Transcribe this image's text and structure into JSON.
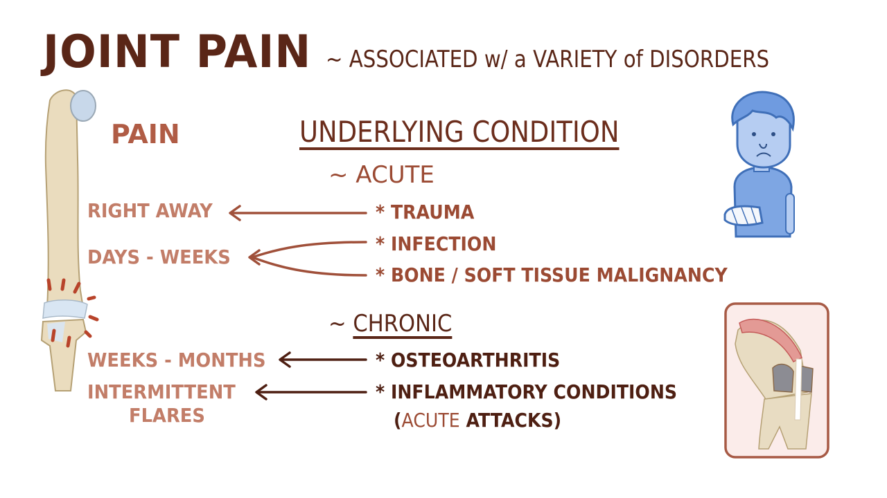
{
  "header": {
    "title": "JOINT PAIN",
    "subtitle": "~ ASSOCIATED w/ a VARIETY of DISORDERS"
  },
  "columns": {
    "pain_heading": "PAIN",
    "condition_heading": "UNDERLYING CONDITION"
  },
  "acute": {
    "heading": "~ ACUTE",
    "rows": [
      {
        "pain": "RIGHT AWAY",
        "condition": "* TRAUMA"
      },
      {
        "pain": "DAYS - WEEKS",
        "conditions": [
          "* INFECTION",
          "* BONE / SOFT TISSUE MALIGNANCY"
        ]
      }
    ]
  },
  "chronic": {
    "tilde": "~ ",
    "heading": "CHRONIC",
    "rows": [
      {
        "pain": "WEEKS - MONTHS",
        "condition": "* OSTEOARTHRITIS"
      },
      {
        "pain_line1": "INTERMITTENT",
        "pain_line2": "FLARES",
        "condition": "* INFLAMMATORY CONDITIONS",
        "note_open": "(",
        "note_acute": "ACUTE",
        "note_attacks": " ATTACKS)"
      }
    ]
  },
  "illustrations": {
    "bone": "injured-bone-joint-illustration",
    "patient": "sad-boy-with-arm-cast-illustration",
    "knee": "osteoarthritic-knee-illustration"
  },
  "colors": {
    "title": "#5a2617",
    "pain_labels": "#c27d68",
    "acute_text": "#9b4a33",
    "chronic_text": "#4e1f12",
    "patient_blue": "#5b8fd9",
    "knee_frame": "#a75a45"
  }
}
